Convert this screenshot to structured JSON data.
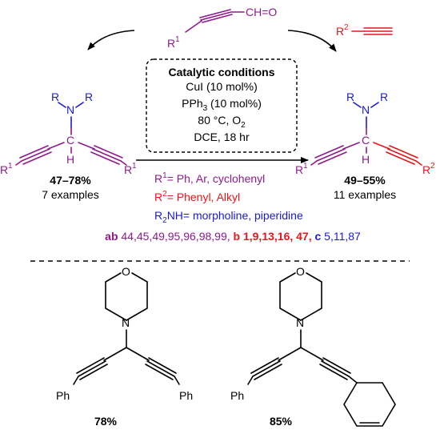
{
  "colors": {
    "purple": "#8e1a8e",
    "red": "#e8151b",
    "blue": "#1a1ad6",
    "black": "#000000"
  },
  "top_reagent": {
    "cho": "CH=O",
    "r1": "R",
    "r1_sup": "1"
  },
  "right_reagent": {
    "r2": "R",
    "r2_sup": "2"
  },
  "conditions": {
    "title": "Catalytic conditions",
    "line1": "CuI (10 mol%)",
    "line2_a": "PPh",
    "line2_sub": "3",
    "line2_b": " (10 mol%)",
    "line3": "80 °C, O",
    "line3_sub": "2",
    "line4": "DCE, 18 hr"
  },
  "left_product": {
    "n": "N",
    "r_left": "R",
    "r_right": "R",
    "c": "C",
    "h": "H",
    "r1_left": "R",
    "r1_right": "R",
    "sup": "1",
    "yield": "47–78%",
    "examples": "7 examples"
  },
  "right_product": {
    "n": "N",
    "r_left": "R",
    "r_right": "R",
    "c": "C",
    "h": "H",
    "r1": "R",
    "r1_sup": "1",
    "r2": "R",
    "r2_sup": "2",
    "yield": "49–55%",
    "examples": "11 examples"
  },
  "substituents": {
    "r1_prefix": "R",
    "r1_sup": "1",
    "r1_text": "= Ph, Ar, cyclohenyl",
    "r2_prefix": "R",
    "r2_sup": "2",
    "r2_text": "= Phenyl, Alkyl",
    "amine_a": "R",
    "amine_sub": "2",
    "amine_b": "NH= morpholine, piperidine"
  },
  "refs": {
    "ab_label": "ab",
    "ab_text": " 44,45,49,95,96,98,99, ",
    "b_label": "b",
    "b_text": " 1,9,13,16, 47, ",
    "c_label": "c",
    "c_text": " 5,11,87"
  },
  "examples": {
    "left": {
      "o": "O",
      "n": "N",
      "ph_left": "Ph",
      "ph_right": "Ph",
      "yield": "78%"
    },
    "right": {
      "o": "O",
      "n": "N",
      "ph": "Ph",
      "yield": "85%"
    }
  }
}
